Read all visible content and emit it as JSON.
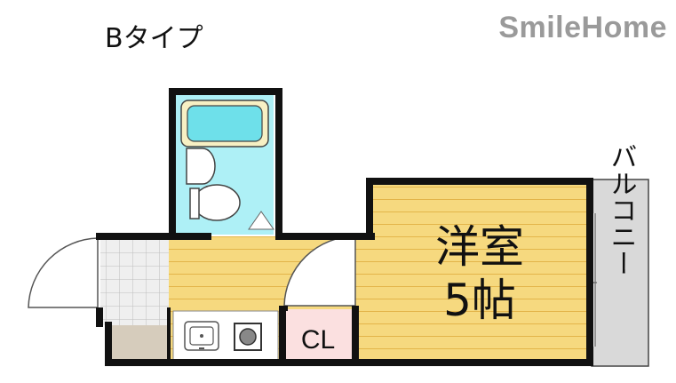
{
  "header": {
    "type_label": "Bタイプ",
    "brand": "SmileHome"
  },
  "rooms": {
    "western_room_name": "洋室",
    "western_room_size": "5帖",
    "closet_label": "CL",
    "balcony_label": "バルコニー"
  },
  "colors": {
    "wall": "#111111",
    "floor_wood": "#f5d77e",
    "floor_stripe": "#e6b84a",
    "bath_blue": "#aef0f6",
    "tile": "#ededed",
    "closet_pink": "#fbe0e0",
    "entry_tan": "#d6ccbc",
    "balcony_gray": "#d9d9d9"
  }
}
